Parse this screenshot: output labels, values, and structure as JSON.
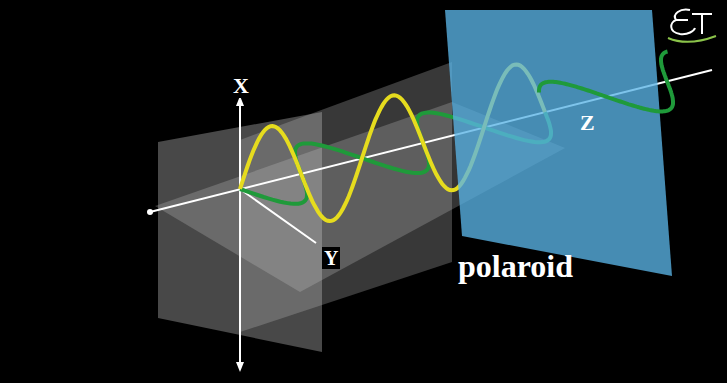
{
  "diagram": {
    "labels": [
      "X",
      "Z",
      "Y",
      "polaroid"
    ]
  }
}
